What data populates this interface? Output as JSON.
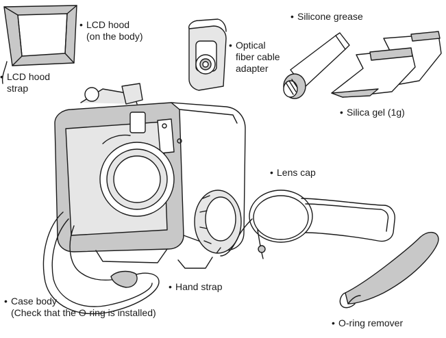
{
  "labels": {
    "lcd_hood": [
      "LCD hood",
      "(on the body)"
    ],
    "lcd_hood_strap": [
      "LCD hood",
      "strap"
    ],
    "optical_adapter": [
      "Optical",
      "fiber cable",
      "adapter"
    ],
    "silicone_grease": "Silicone grease",
    "silica_gel": "Silica gel (1g)",
    "lens_cap": "Lens cap",
    "hand_strap": "Hand strap",
    "case_body": [
      "Case body",
      "(Check that the O-ring is installed)"
    ],
    "oring_remover": "O-ring remover"
  },
  "bullet": "•",
  "colors": {
    "line": "#1a1a1a",
    "shade": "#c8c8c8",
    "lightshade": "#e6e6e6"
  }
}
